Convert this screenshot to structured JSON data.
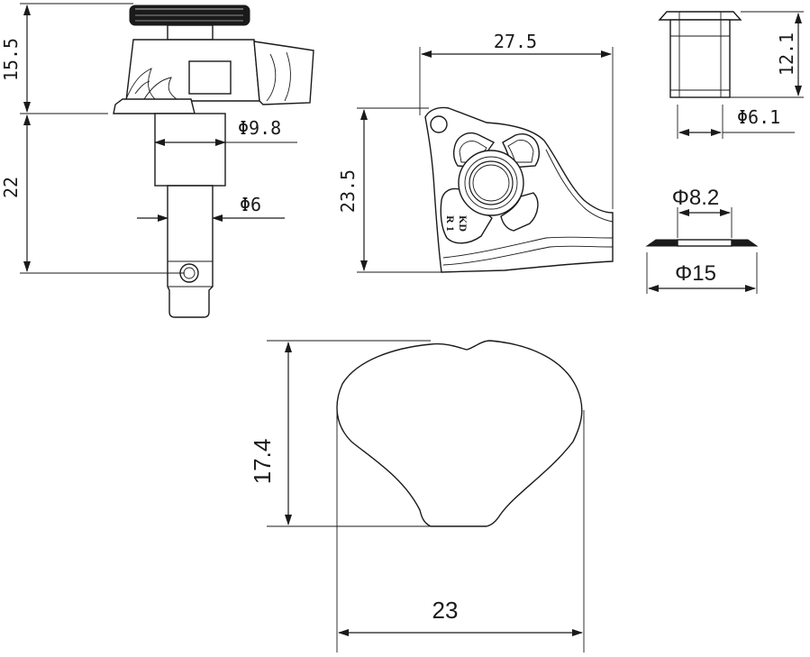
{
  "side_view": {
    "height_top": "15.5",
    "height_bottom": "22",
    "collar_diameter": "Φ9.8",
    "post_diameter": "Φ6"
  },
  "front_view": {
    "width": "27.5",
    "height": "23.5",
    "stamp_line1": "KD",
    "stamp_line2": "R 1"
  },
  "bushing_view": {
    "height": "12.1",
    "diameter": "Φ6.1"
  },
  "washer_view": {
    "inner_diameter": "Φ8.2",
    "outer_diameter": "Φ15"
  },
  "button_view": {
    "height": "17.4",
    "width": "23"
  }
}
